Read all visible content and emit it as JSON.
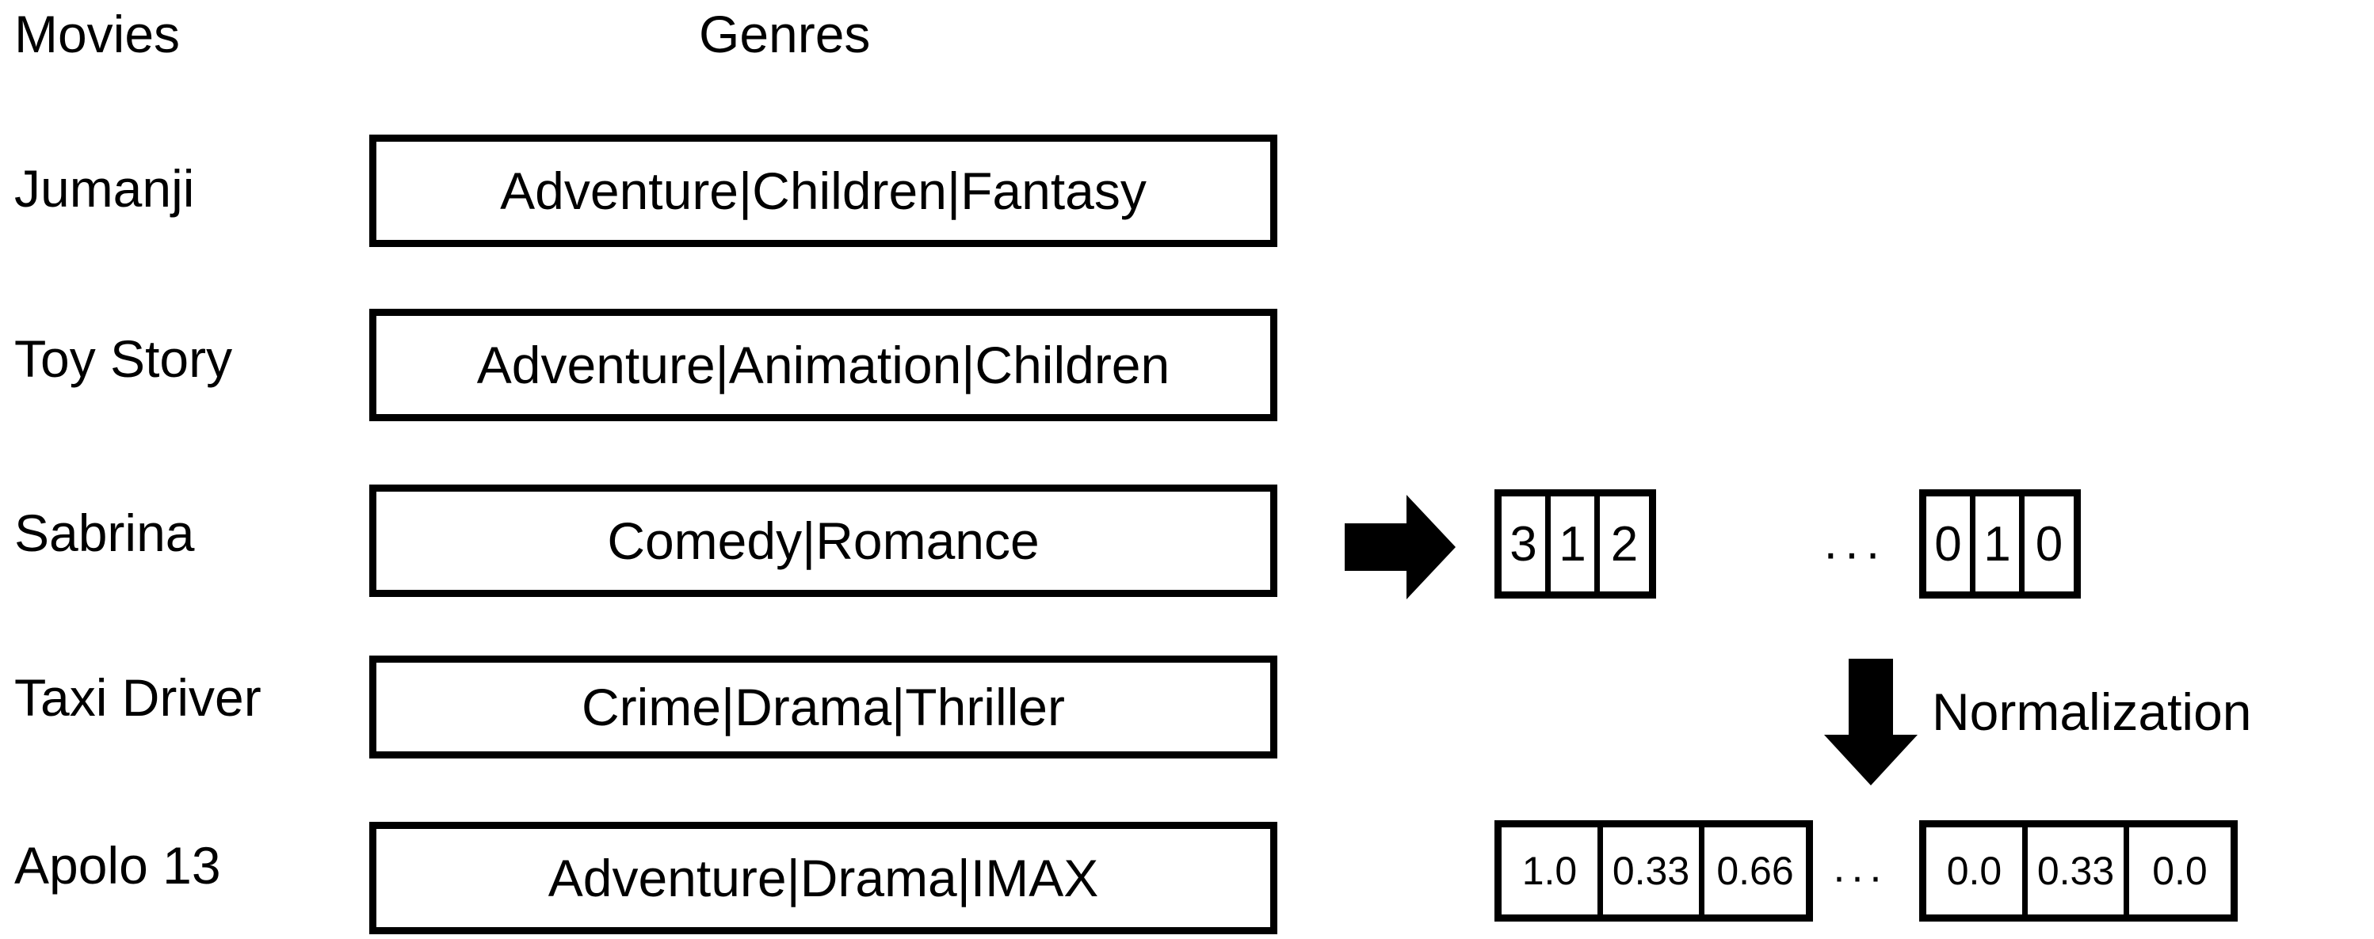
{
  "headers": {
    "movies": "Movies",
    "genres": "Genres"
  },
  "rows": [
    {
      "movie": "Jumanji",
      "genres": "Adventure|Children|Fantasy"
    },
    {
      "movie": "Toy Story",
      "genres": "Adventure|Animation|Children"
    },
    {
      "movie": "Sabrina",
      "genres": "Comedy|Romance"
    },
    {
      "movie": "Taxi Driver",
      "genres": "Crime|Drama|Thriller"
    },
    {
      "movie": "Apolo 13",
      "genres": "Adventure|Drama|IMAX"
    }
  ],
  "vectors": {
    "count": {
      "left_cells": [
        "3",
        "1",
        "2"
      ],
      "ellipsis": "···",
      "right_cells": [
        "0",
        "1",
        "0"
      ]
    },
    "normalized": {
      "left_cells": [
        "1.0",
        "0.33",
        "0.66"
      ],
      "ellipsis": "···",
      "right_cells": [
        "0.0",
        "0.33",
        "0.0"
      ]
    }
  },
  "annotations": {
    "normalization_label": "Normalization"
  },
  "icons": {
    "transform_arrow": "arrow-right-icon",
    "normalization_arrow": "arrow-down-icon"
  },
  "colors": {
    "foreground": "#000000",
    "background": "#ffffff"
  }
}
